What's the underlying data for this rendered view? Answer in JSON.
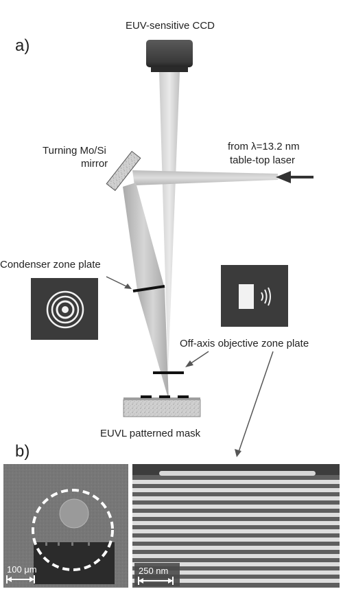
{
  "figure": {
    "panel_a_label": "a)",
    "panel_b_label": "b)",
    "ccd_label": "EUV-sensitive CCD",
    "mirror_label_line1": "Turning Mo/Si",
    "mirror_label_line2": "mirror",
    "laser_label_line1": "from λ=13.2 nm",
    "laser_label_line2": "table-top laser",
    "condenser_label": "Condenser zone plate",
    "objective_label": "Off-axis objective zone plate",
    "mask_label": "EUVL patterned mask",
    "scale_left": "100 μm",
    "scale_right": "250 nm"
  },
  "colors": {
    "background": "#ffffff",
    "beam": "#b8b8b8",
    "inset_dark": "#3b3b3b",
    "sem_gray": "#6e6e6e",
    "line_white": "#e6e6e6"
  }
}
